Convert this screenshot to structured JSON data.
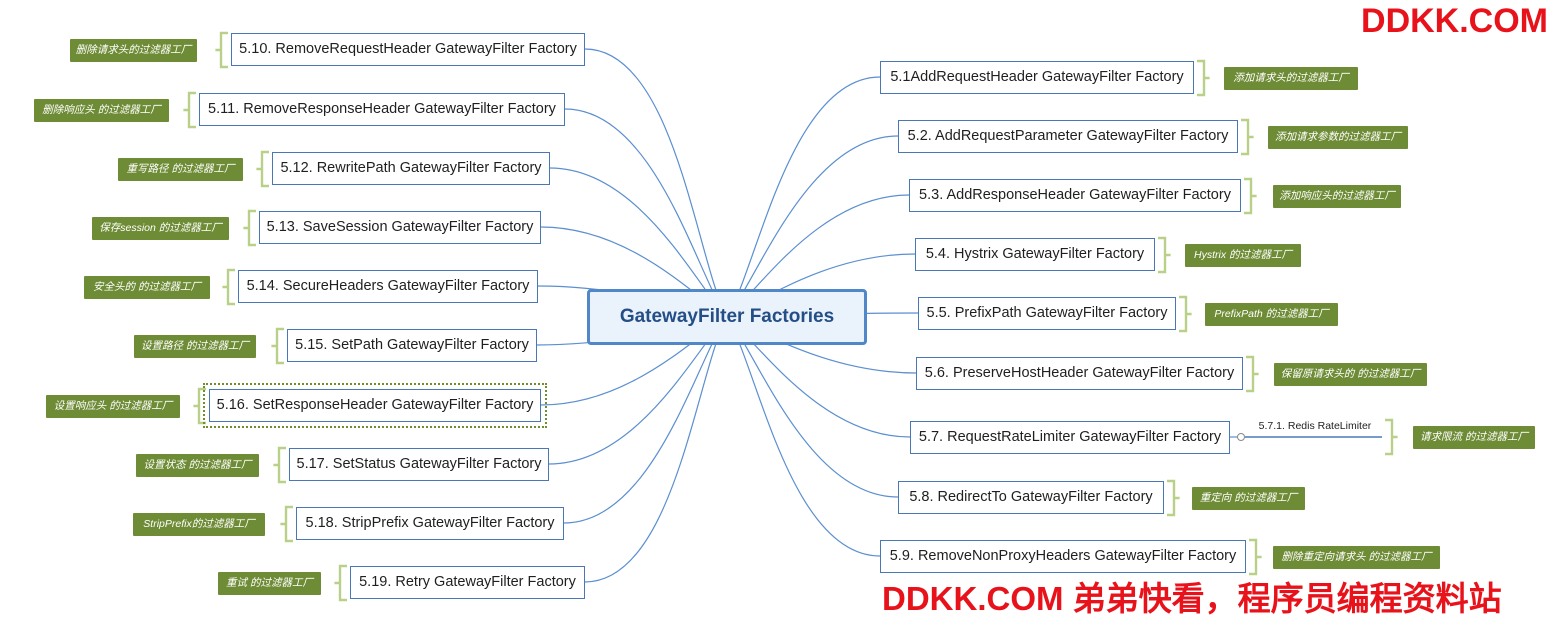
{
  "watermark_top": "DDKK.COM",
  "watermark_bottom": "DDKK.COM 弟弟快看，程序员编程资料站",
  "colors": {
    "edge": "#5b8fd0",
    "node_border": "#4a78b6",
    "note_bg": "#6e8b35",
    "bracket": "#b9d089",
    "center_border": "#4f87c9",
    "watermark": "#e8121b"
  },
  "center": {
    "label": "GatewayFilter Factories"
  },
  "left_nodes": [
    {
      "label": "5.10. RemoveRequestHeader GatewayFilter Factory",
      "note": "删除请求头的过滤器工厂"
    },
    {
      "label": "5.11. RemoveResponseHeader GatewayFilter Factory",
      "note": "删除响应头 的过滤器工厂"
    },
    {
      "label": "5.12. RewritePath GatewayFilter Factory",
      "note": "重写路径 的过滤器工厂"
    },
    {
      "label": "5.13. SaveSession GatewayFilter Factory",
      "note": "保存session 的过滤器工厂"
    },
    {
      "label": "5.14. SecureHeaders GatewayFilter Factory",
      "note": "安全头的 的过滤器工厂"
    },
    {
      "label": "5.15. SetPath GatewayFilter Factory",
      "note": "设置路径 的过滤器工厂"
    },
    {
      "label": "5.16. SetResponseHeader GatewayFilter Factory",
      "note": "设置响应头 的过滤器工厂",
      "selected": true
    },
    {
      "label": "5.17. SetStatus GatewayFilter Factory",
      "note": "设置状态 的过滤器工厂"
    },
    {
      "label": "5.18. StripPrefix GatewayFilter Factory",
      "note": "StripPrefix的过滤器工厂"
    },
    {
      "label": "5.19. Retry GatewayFilter Factory",
      "note": "重试 的过滤器工厂"
    }
  ],
  "right_nodes": [
    {
      "label": "5.1AddRequestHeader GatewayFilter Factory",
      "note": "添加请求头的过滤器工厂"
    },
    {
      "label": "5.2. AddRequestParameter GatewayFilter Factory",
      "note": "添加请求参数的过滤器工厂"
    },
    {
      "label": "5.3. AddResponseHeader GatewayFilter Factory",
      "note": "添加响应头的过滤器工厂"
    },
    {
      "label": "5.4. Hystrix GatewayFilter Factory",
      "note": "Hystrix 的过滤器工厂"
    },
    {
      "label": "5.5. PrefixPath GatewayFilter Factory",
      "note": "PrefixPath 的过滤器工厂"
    },
    {
      "label": "5.6. PreserveHostHeader GatewayFilter Factory",
      "note": "保留原请求头的 的过滤器工厂"
    },
    {
      "label": "5.7. RequestRateLimiter GatewayFilter Factory",
      "sub": "5.7.1. Redis RateLimiter",
      "note": "请求限流 的过滤器工厂"
    },
    {
      "label": "5.8. RedirectTo GatewayFilter Factory",
      "note": "重定向 的过滤器工厂"
    },
    {
      "label": "5.9. RemoveNonProxyHeaders GatewayFilter Factory",
      "note": "删除重定向请求头 的过滤器工厂"
    }
  ]
}
